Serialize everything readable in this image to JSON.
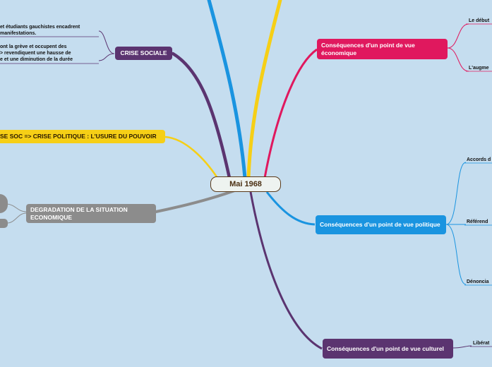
{
  "center": "Mai 1968",
  "left": {
    "crise_sociale": {
      "label": "CRISE SOCIALE",
      "notes": [
        "et étudiants gauchistes encadrent",
        "manifestations.",
        "ont la grève et occupent des",
        "> revendiquent une hausse de",
        "e et une diminution de la durée"
      ]
    },
    "crise_politique": "SE SOC => CRISE POLITIQUE : L'USURE DU POUVOIR",
    "degradation": "DEGRADATION DE LA SITUATION ECONOMIQUE"
  },
  "right": {
    "economique": {
      "label": "Conséquences d'un point de vue économique",
      "leaves": [
        "Le début",
        "L'augme"
      ]
    },
    "politique": {
      "label": "Conséquences d'un point de vue politique",
      "leaves": [
        "Accords d",
        "Référend",
        "Dénoncia"
      ]
    },
    "culturel": {
      "label": "Conséquences d'un point de vue culturel",
      "leaves": [
        "Libérat"
      ]
    }
  },
  "colors": {
    "background": "#c5ddef",
    "purple": "#5b3470",
    "pink": "#e0185e",
    "blue": "#1a94e0",
    "yellow": "#f6cf16",
    "gray": "#8c8c8c"
  }
}
